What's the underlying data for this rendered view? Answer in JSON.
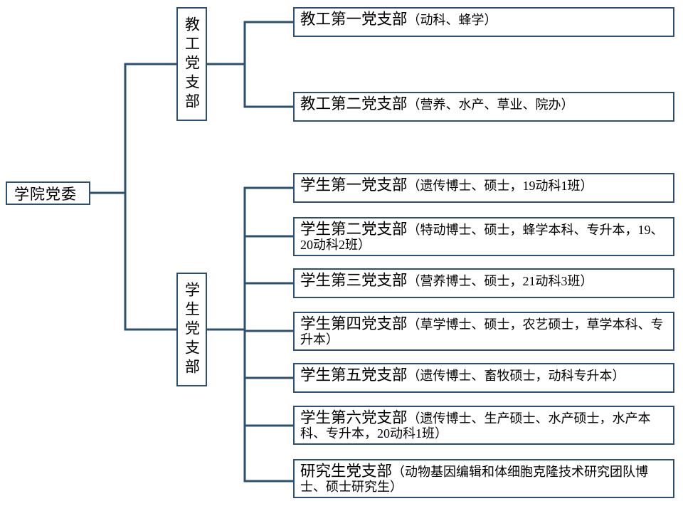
{
  "diagram": {
    "type": "organization-chart",
    "title_root": "学院党委",
    "colors": {
      "border": "#2e5070",
      "connector": "#2e5070",
      "background": "#ffffff",
      "text": "#000000"
    },
    "root": {
      "label": "学院党委"
    },
    "groups": [
      {
        "id": "teacher-branch",
        "label": "教工党支部",
        "orientation": "vertical",
        "children": [
          {
            "id": "teacher-branch-1",
            "lead": "教工第一党支部",
            "detail": "（动科、蜂学）"
          },
          {
            "id": "teacher-branch-2",
            "lead": "教工第二党支部",
            "detail": "（营养、水产、草业、院办）"
          }
        ]
      },
      {
        "id": "student-branch",
        "label": "学生党支部",
        "orientation": "vertical",
        "children": [
          {
            "id": "student-branch-1",
            "lead": "学生第一党支部",
            "detail": "（遗传博士、硕士，19动科1班）"
          },
          {
            "id": "student-branch-2",
            "lead": "学生第二党支部",
            "detail": "（特动博士、硕士，蜂学本科、专升本，19、20动科2班）"
          },
          {
            "id": "student-branch-3",
            "lead": "学生第三党支部",
            "detail": "（营养博士、硕士，21动科3班）"
          },
          {
            "id": "student-branch-4",
            "lead": "学生第四党支部",
            "detail": "（草学博士、硕士，农艺硕士，草学本科、专升本）"
          },
          {
            "id": "student-branch-5",
            "lead": "学生第五党支部",
            "detail": "（遗传博士、畜牧硕士，动科专升本）"
          },
          {
            "id": "student-branch-6",
            "lead": "学生第六党支部",
            "detail": "（遗传博士、生产硕士、水产硕士，水产本科、专升本，20动科1班）"
          },
          {
            "id": "graduate-branch",
            "lead": "研究生党支部",
            "detail": "（动物基因编辑和体细胞克隆技术研究团队博士、硕士研究生）"
          }
        ]
      }
    ]
  }
}
